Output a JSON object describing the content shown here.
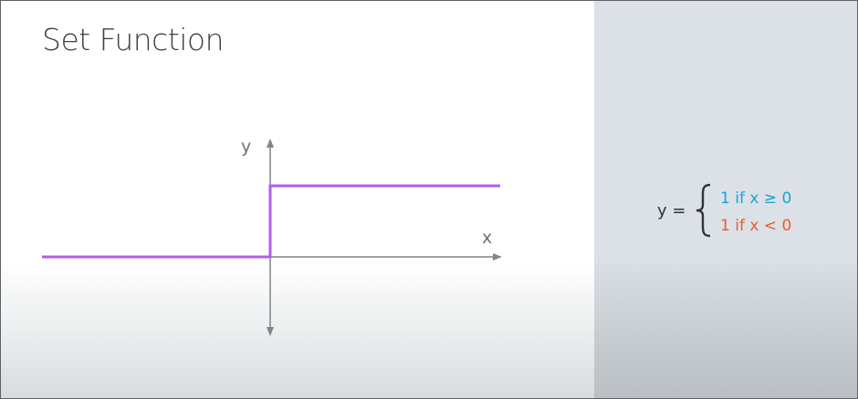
{
  "slide": {
    "title": "Set Function"
  },
  "graph": {
    "x_axis_label": "x",
    "y_axis_label": "y",
    "step_color": "#b25ee8",
    "axis_color": "#7e868c"
  },
  "equation": {
    "lhs": "y =",
    "cases": [
      {
        "text": "1 if x  ≥ 0",
        "color": "#1aa3d6"
      },
      {
        "text": "1 if x < 0",
        "color": "#ec5a2f"
      }
    ]
  }
}
